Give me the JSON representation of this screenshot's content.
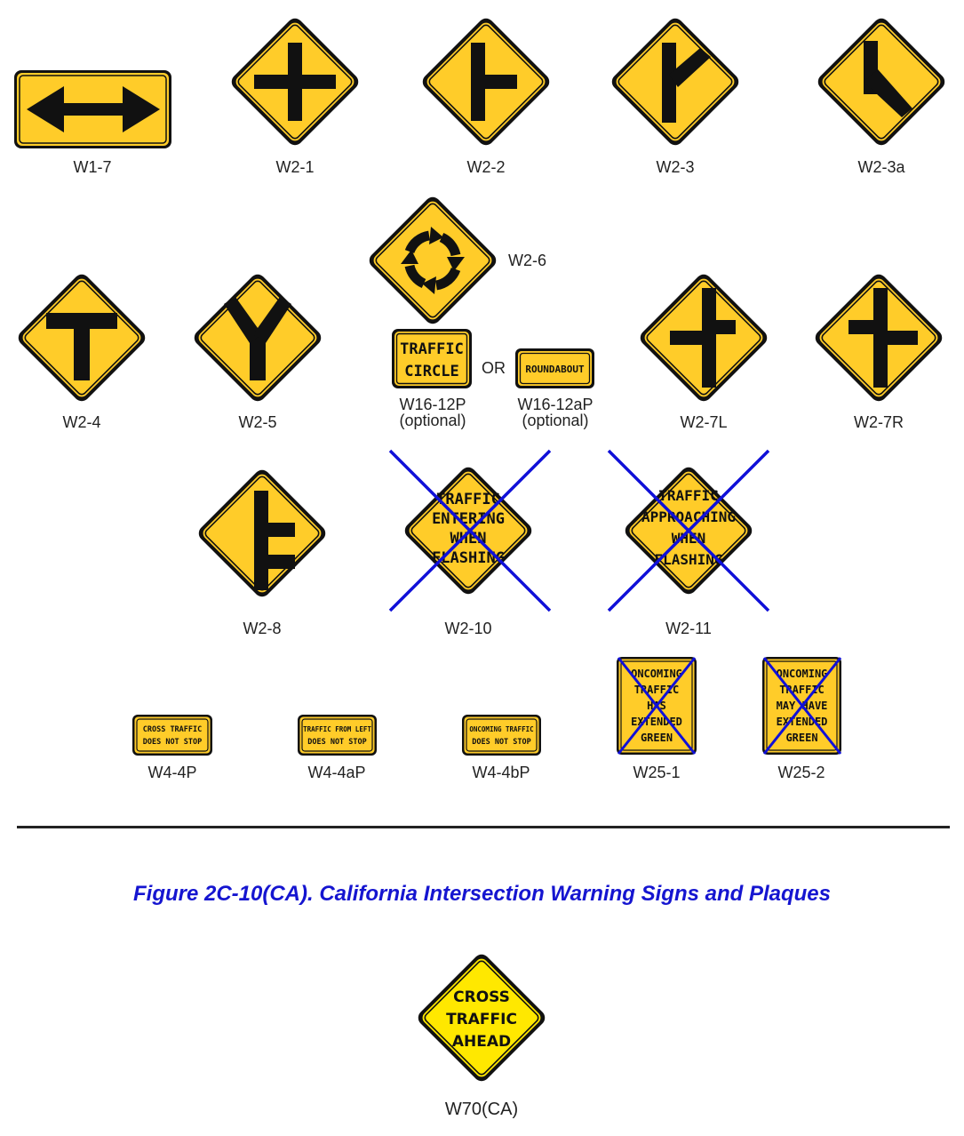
{
  "figure_title": "Figure 2C-10(CA). California Intersection Warning Signs and Plaques",
  "or_label": "OR",
  "colors": {
    "sign_yellow": "#FFCC29",
    "ca_yellow": "#FFE800",
    "legend": "#1a1a1a",
    "cross_out": "#1010d8",
    "title_blue": "#1515d0"
  },
  "signs": {
    "w1_7": {
      "code": "W1-7"
    },
    "w2_1": {
      "code": "W2-1"
    },
    "w2_2": {
      "code": "W2-2"
    },
    "w2_3": {
      "code": "W2-3"
    },
    "w2_3a": {
      "code": "W2-3a"
    },
    "w2_4": {
      "code": "W2-4"
    },
    "w2_5": {
      "code": "W2-5"
    },
    "w2_6": {
      "code": "W2-6"
    },
    "w16_12p": {
      "code": "W16-12P",
      "note": "(optional)",
      "legend": [
        "TRAFFIC",
        "CIRCLE"
      ]
    },
    "w16_12ap": {
      "code": "W16-12aP",
      "note": "(optional)",
      "legend": [
        "ROUNDABOUT"
      ]
    },
    "w2_7l": {
      "code": "W2-7L"
    },
    "w2_7r": {
      "code": "W2-7R"
    },
    "w2_8": {
      "code": "W2-8"
    },
    "w2_10": {
      "code": "W2-10",
      "legend": [
        "TRAFFIC",
        "ENTERING",
        "WHEN",
        "FLASHING"
      ]
    },
    "w2_11": {
      "code": "W2-11",
      "legend": [
        "TRAFFIC",
        "APPROACHING",
        "WHEN",
        "FLASHING"
      ]
    },
    "w4_4p": {
      "code": "W4-4P",
      "legend": [
        "CROSS TRAFFIC",
        "DOES NOT STOP"
      ]
    },
    "w4_4ap": {
      "code": "W4-4aP",
      "legend": [
        "TRAFFIC FROM LEFT",
        "DOES NOT STOP"
      ]
    },
    "w4_4bp": {
      "code": "W4-4bP",
      "legend": [
        "ONCOMING TRAFFIC",
        "DOES NOT STOP"
      ]
    },
    "w25_1": {
      "code": "W25-1",
      "legend": [
        "ONCOMING",
        "TRAFFIC",
        "HAS",
        "EXTENDED",
        "GREEN"
      ]
    },
    "w25_2": {
      "code": "W25-2",
      "legend": [
        "ONCOMING",
        "TRAFFIC",
        "MAY HAVE",
        "EXTENDED",
        "GREEN"
      ]
    },
    "w70_ca": {
      "code": "W70(CA)",
      "legend": [
        "CROSS",
        "TRAFFIC",
        "AHEAD"
      ]
    }
  }
}
